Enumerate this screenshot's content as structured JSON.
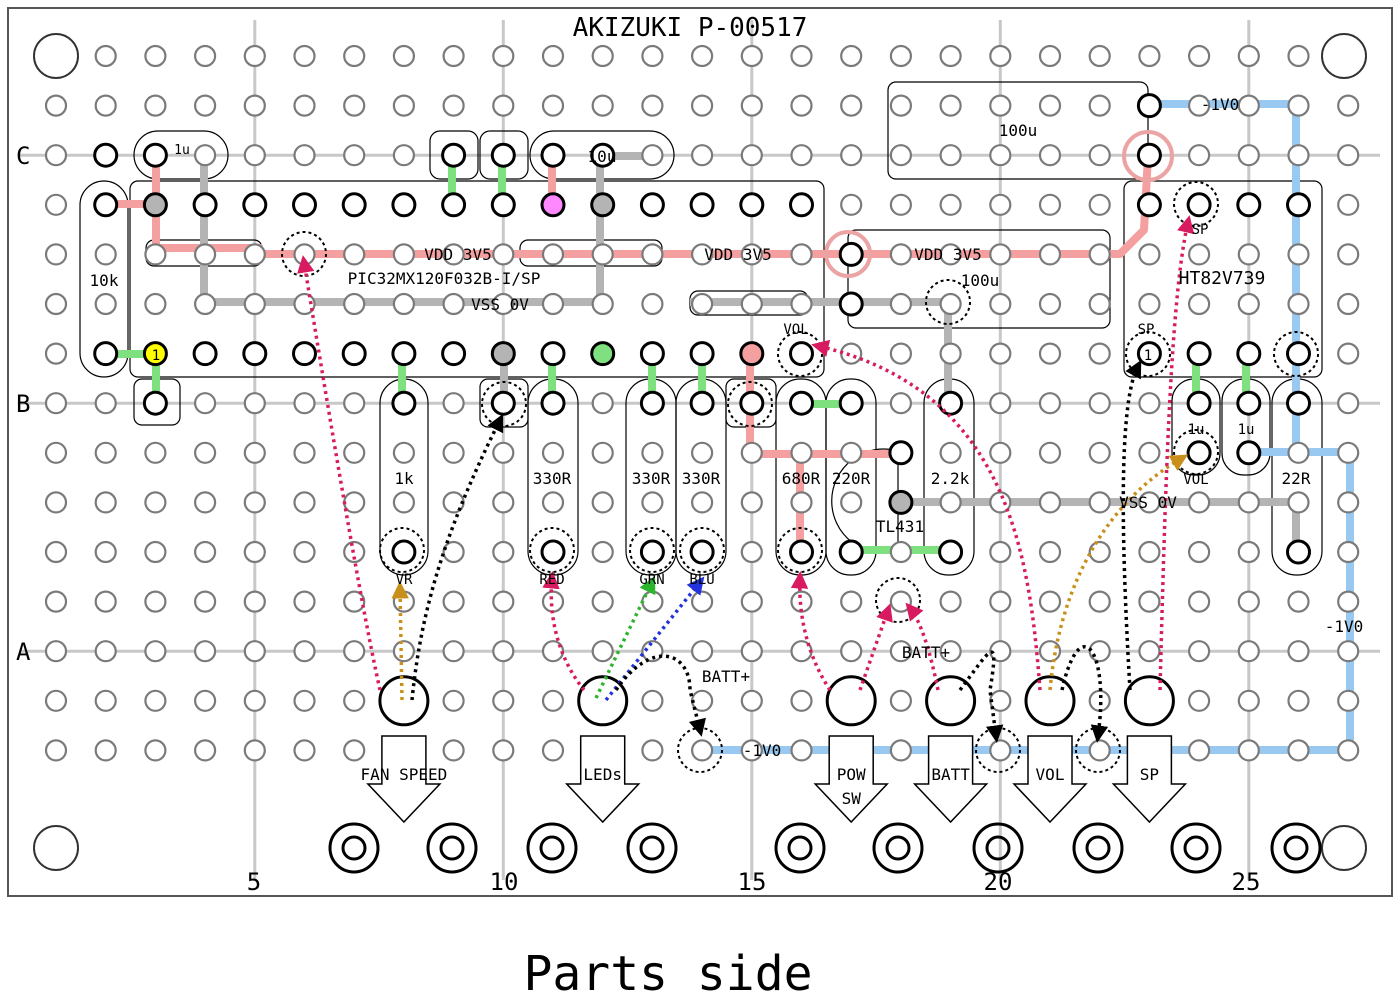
{
  "board_title": "AKIZUKI P-00517",
  "caption": "Parts side",
  "rows": {
    "c": "C",
    "b": "B",
    "a": "A"
  },
  "columns": [
    "5",
    "10",
    "15",
    "20",
    "25"
  ],
  "nets": {
    "vdd_left": "VDD 3V5",
    "vdd_mid": "VDD 3V5",
    "vdd_right": "VDD 3V5",
    "vss_top": "VSS 0V",
    "vss_bottom": "VSS 0V",
    "neg_top": "-1V0",
    "neg_right": "-1V0",
    "neg_bottom": "-1V0"
  },
  "chips": {
    "mcu": "PIC32MX120F032B-I/SP",
    "amp": "HT82V739",
    "pin1_mcu": "1",
    "pin1_amp": "1"
  },
  "components": {
    "cap_small": "1u",
    "cap_10u": "10u",
    "cap_100u_top": "100u",
    "cap_100u_mid": "100u",
    "r10k": "10k",
    "r1k": "1k",
    "r330_a": "330R",
    "r330_b": "330R",
    "r330_c": "330R",
    "r680": "680R",
    "r220": "220R",
    "r2k2": "2.2k",
    "tl431": "TL431",
    "c1u_a": "1u",
    "c1u_b": "1u",
    "r22": "22R"
  },
  "pins": {
    "vol_mcu": "VOL",
    "sp_top": "SP",
    "sp_pin": "SP",
    "vol_amp": "VOL",
    "vr": "VR",
    "red": "RED",
    "grn": "GRN",
    "blu": "BLU"
  },
  "batt": {
    "a": "BATT+",
    "b": "BATT+"
  },
  "connectors": [
    "FAN SPEED",
    "LEDs",
    "POW SW",
    "BATT",
    "VOL",
    "SP"
  ],
  "colors": {
    "vdd": "#f4a0a0",
    "vss": "#b4b4b4",
    "neg": "#99c9f0",
    "jumper": "#7fe07f",
    "pin1": "#ffff00",
    "magenta_pad": "#ff88ff"
  }
}
